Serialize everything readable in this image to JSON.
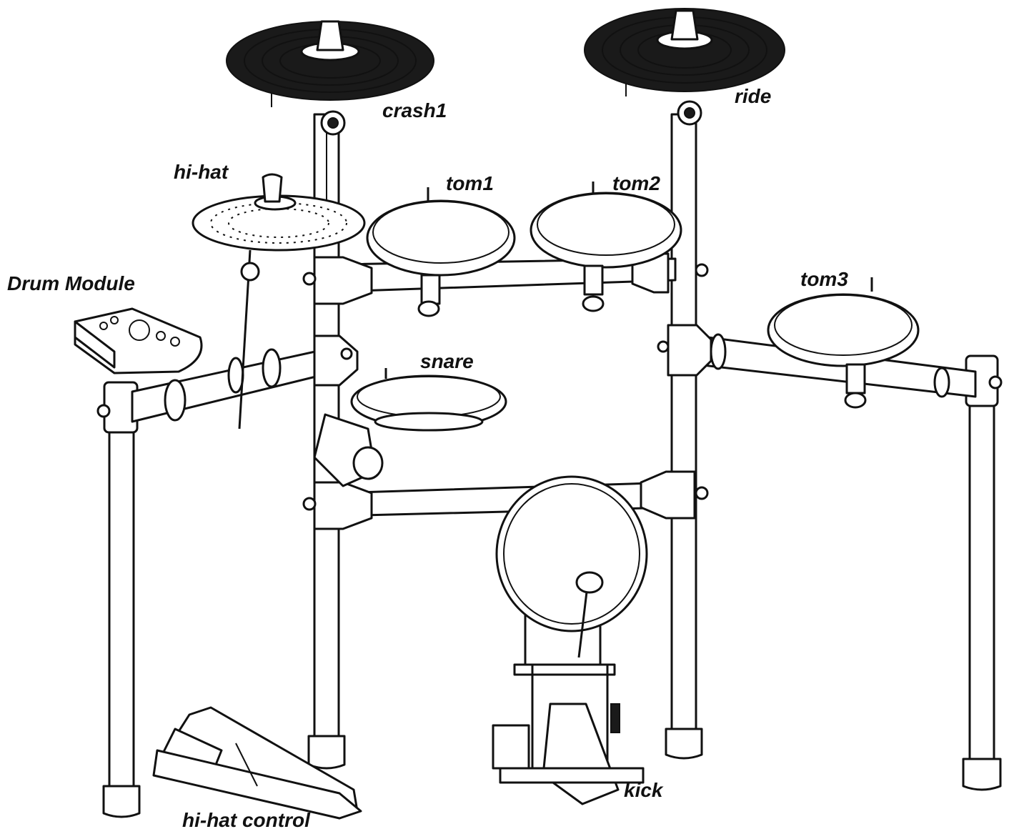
{
  "labels": {
    "crash1": "crash1",
    "ride": "ride",
    "hihat": "hi-hat",
    "tom1": "tom1",
    "tom2": "tom2",
    "tom3": "tom3",
    "drum_module": "Drum Module",
    "snare": "snare",
    "kick": "kick",
    "hihat_control": "hi-hat control"
  },
  "colors": {
    "line": "#111111",
    "fill": "#ffffff",
    "dark": "#1a1a1a"
  }
}
